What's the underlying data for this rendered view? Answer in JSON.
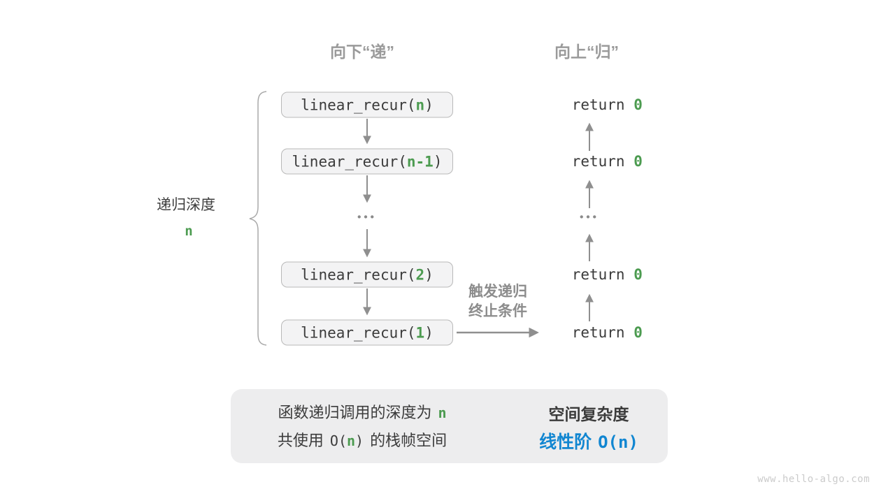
{
  "headers": {
    "down": "向下“递”",
    "up": "向上“归”"
  },
  "depth": {
    "title": "递归深度",
    "value": "n"
  },
  "calls": [
    {
      "prefix": "linear_recur(",
      "arg": "n",
      "suffix": ")"
    },
    {
      "prefix": "linear_recur(",
      "arg": "n-1",
      "suffix": ")"
    },
    {
      "prefix": "linear_recur(",
      "arg": "2",
      "suffix": ")"
    },
    {
      "prefix": "linear_recur(",
      "arg": "1",
      "suffix": ")"
    }
  ],
  "returns": [
    {
      "keyword": "return ",
      "value": "0"
    },
    {
      "keyword": "return ",
      "value": "0"
    },
    {
      "keyword": "return ",
      "value": "0"
    },
    {
      "keyword": "return ",
      "value": "0"
    }
  ],
  "ellipsis": "•••",
  "trigger": {
    "line1": "触发递归",
    "line2": "终止条件"
  },
  "summary": {
    "line1_text": "函数递归调用的深度为",
    "line1_value": "n",
    "line2_pre": "共使用",
    "line2_code_open": "O(",
    "line2_value": "n",
    "line2_code_close": ")",
    "line2_post": "的栈帧空间",
    "result_title": "空间复杂度",
    "result_label": "线性阶",
    "result_code": "O(n)"
  },
  "watermark": "www.hello-algo.com",
  "colors": {
    "green": "#4c9b50",
    "blue": "#1186d1",
    "arrow_gray": "#8f8f8f",
    "box_bg": "#f3f3f4",
    "box_border": "#b9b9b9",
    "card_bg": "#ededee",
    "header_gray": "#9a9a9a"
  }
}
